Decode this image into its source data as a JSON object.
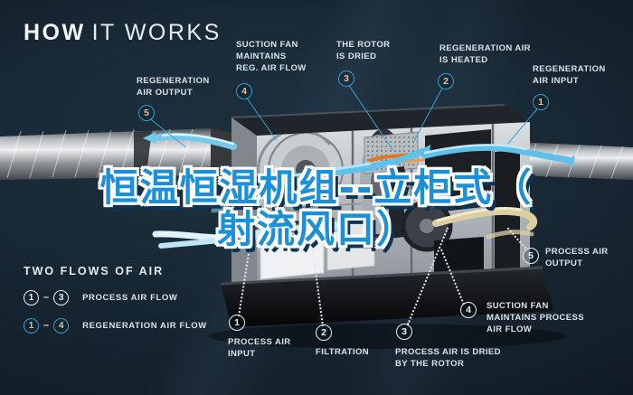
{
  "header": {
    "title_bold": "HOW",
    "title_light": "IT WORKS"
  },
  "overlay": {
    "line1": "恒温恒湿机组--立柜式（",
    "line2": "射流风口）"
  },
  "callouts": [
    {
      "id": "regeneration-air-output",
      "num": "5",
      "style": "teal",
      "lines": [
        "REGENERATION",
        "AIR OUTPUT"
      ]
    },
    {
      "id": "suction-fan-reg",
      "num": "4",
      "style": "teal",
      "lines": [
        "SUCTION FAN",
        "MAINTAINS",
        "REG. AIR FLOW"
      ]
    },
    {
      "id": "rotor-is-dried",
      "num": "3",
      "style": "teal",
      "lines": [
        "THE ROTOR",
        "IS DRIED"
      ]
    },
    {
      "id": "reg-air-heated",
      "num": "2",
      "style": "teal",
      "lines": [
        "REGENERATION AIR",
        "IS HEATED"
      ]
    },
    {
      "id": "reg-air-input",
      "num": "1",
      "style": "teal",
      "lines": [
        "REGENERATION",
        "AIR INPUT"
      ]
    },
    {
      "id": "process-air-input",
      "num": "1",
      "style": "white",
      "lines": [
        "PROCESS AIR",
        "INPUT"
      ]
    },
    {
      "id": "filtration",
      "num": "2",
      "style": "white",
      "lines": [
        "FILTRATION"
      ]
    },
    {
      "id": "process-air-dried",
      "num": "3",
      "style": "white",
      "lines": [
        "PROCESS AIR IS DRIED",
        "BY THE ROTOR"
      ]
    },
    {
      "id": "suction-fan-process",
      "num": "4",
      "style": "white",
      "lines": [
        "SUCTION FAN",
        "MAINTAINS PROCESS",
        "AIR FLOW"
      ]
    },
    {
      "id": "process-air-output",
      "num": "5",
      "style": "white",
      "lines": [
        "PROCESS AIR",
        "OUTPUT"
      ]
    }
  ],
  "legend": {
    "title": "TWO FLOWS OF AIR",
    "rows": [
      {
        "from": "1",
        "dash": "–",
        "to": "3",
        "label": "PROCESS AIR FLOW",
        "style": "white"
      },
      {
        "from": "1",
        "dash": "–",
        "to": "4",
        "label": "REGENERATION AIR FLOW",
        "style": "teal"
      }
    ]
  },
  "colors": {
    "background": "#16242f",
    "teal_accent": "#2d9fd2",
    "tan_number": "#d6c79e",
    "label_text": "#dbe3e9",
    "overlay_blue": "#1b8fd8",
    "heater_orange": "#e07427"
  }
}
